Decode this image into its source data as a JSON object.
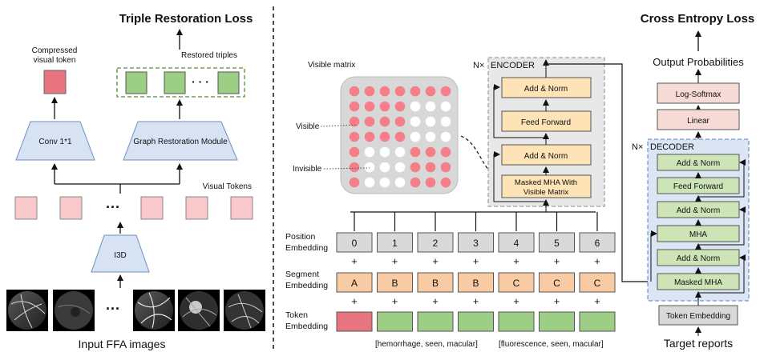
{
  "left": {
    "title": "Triple Restoration Loss",
    "compressed_label_line1": "Compressed",
    "compressed_label_line2": "visual token",
    "restored_label": "Restored triples",
    "conv_label": "Conv 1*1",
    "grm_label": "Graph Restoration Module",
    "visual_tokens_label": "Visual Tokens",
    "ellipsis": "···",
    "restored_ellipsis": "· · ·",
    "i3d_label": "I3D",
    "input_label": "Input FFA images"
  },
  "matrix": {
    "title": "Visible matrix",
    "visible_label": "Visible",
    "invisible_label": "Invisible",
    "rows": [
      [
        1,
        1,
        1,
        1,
        1,
        1,
        1
      ],
      [
        1,
        1,
        1,
        1,
        0,
        0,
        0
      ],
      [
        1,
        1,
        1,
        1,
        0,
        0,
        0
      ],
      [
        1,
        1,
        1,
        1,
        0,
        0,
        0
      ],
      [
        1,
        0,
        0,
        0,
        1,
        1,
        1
      ],
      [
        1,
        0,
        0,
        0,
        1,
        1,
        1
      ],
      [
        1,
        0,
        0,
        0,
        1,
        1,
        1
      ]
    ],
    "on_color": "#f47f88",
    "off_color": "#ffffff"
  },
  "encoder": {
    "nx": "N×",
    "label": "ENCODER",
    "add_norm_top": "Add & Norm",
    "feed_forward": "Feed Forward",
    "add_norm_bottom": "Add & Norm",
    "mha_line1": "Masked MHA With",
    "mha_line2": "Visible Matrix"
  },
  "embeddings": {
    "position_label_1": "Position",
    "position_label_2": "Embedding",
    "segment_label_1": "Segment",
    "segment_label_2": "Embedding",
    "token_label_1": "Token",
    "token_label_2": "Embedding",
    "positions": [
      "0",
      "1",
      "2",
      "3",
      "4",
      "5",
      "6"
    ],
    "segments": [
      "A",
      "B",
      "B",
      "B",
      "C",
      "C",
      "C"
    ],
    "plus": "+",
    "triple1": "[hemorrhage, seen, macular]",
    "triple2": "[fluorescence, seen, macular]"
  },
  "decoder": {
    "title": "Cross Entropy Loss",
    "output_probs": "Output Probabilities",
    "log_softmax": "Log-Softmax",
    "linear": "Linear",
    "nx": "N×",
    "label": "DECODER",
    "add_norm_1": "Add & Norm",
    "feed_forward": "Feed Forward",
    "add_norm_2": "Add & Norm",
    "mha": "MHA",
    "add_norm_3": "Add & Norm",
    "masked_mha": "Masked MHA",
    "token_embedding": "Token Embedding",
    "target_label": "Target reports"
  },
  "colors": {
    "pink_token": "#f9c9cc",
    "red_token": "#e8747f",
    "green_box": "#cde4b6",
    "green_dark": "#9ccf85",
    "blue_trap": "#d7e2f3",
    "yellow_box": "#fde3b5",
    "salmon_box": "#f8cba4",
    "grey_box": "#d9d9d9",
    "softmax_box": "#f6dad5"
  }
}
